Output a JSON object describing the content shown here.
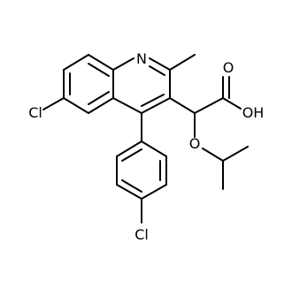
{
  "molecule": {
    "atom_labels": {
      "nitrogen": "N",
      "chlorine_left": "Cl",
      "chlorine_bottom": "Cl",
      "oxygen_carbonyl": "O",
      "hydroxyl": "OH",
      "oxygen_ether": "O"
    },
    "colors": {
      "bond": "#000000",
      "label": "#000000",
      "background": "#ffffff"
    }
  }
}
